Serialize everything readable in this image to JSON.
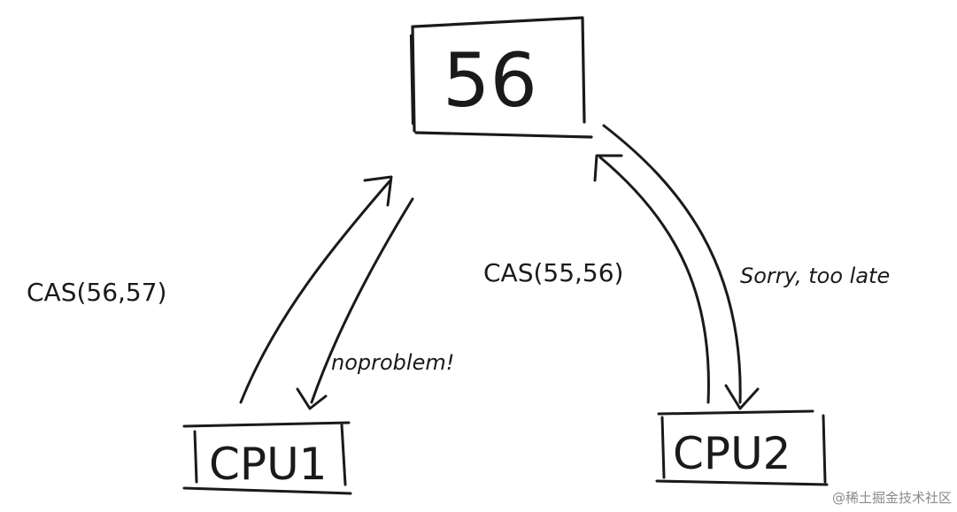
{
  "memory_box": {
    "value": "56"
  },
  "cpu1": {
    "label": "CPU1",
    "request": "CAS(56,57)",
    "response": "noproblem!"
  },
  "cpu2": {
    "label": "CPU2",
    "request": "CAS(55,56)",
    "response": "Sorry, too late"
  },
  "watermark": {
    "text": "@稀土掘金技术社区"
  }
}
